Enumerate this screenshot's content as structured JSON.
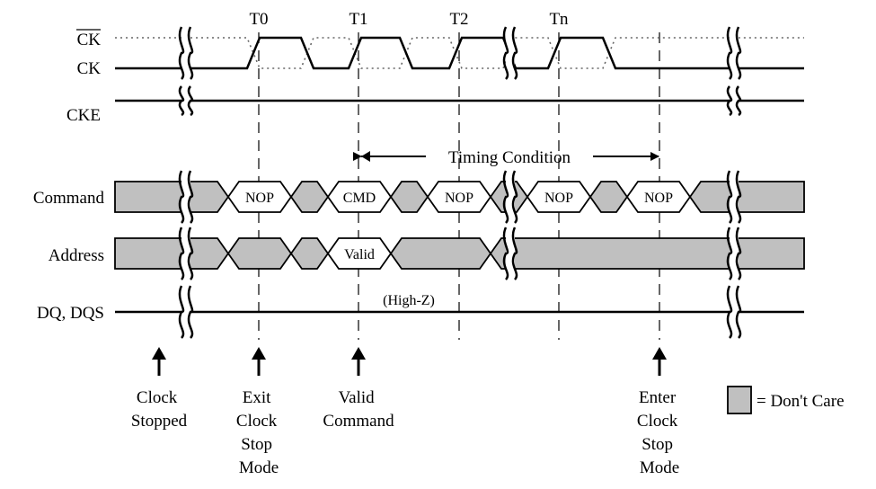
{
  "signals": {
    "ck_bar": "CK",
    "ck": "CK",
    "cke": "CKE",
    "command": "Command",
    "address": "Address",
    "dq": "DQ, DQS"
  },
  "clock_labels": [
    "T0",
    "T1",
    "T2",
    "Tn"
  ],
  "timing_condition": "Timing Condition",
  "command_values": [
    "NOP",
    "CMD",
    "NOP",
    "NOP",
    "NOP"
  ],
  "address_value": "Valid",
  "dq_state": "(High-Z)",
  "events": [
    {
      "lines": [
        "Clock",
        "Stopped"
      ]
    },
    {
      "lines": [
        "Exit",
        "Clock",
        "Stop",
        "Mode"
      ]
    },
    {
      "lines": [
        "Valid",
        "Command"
      ]
    },
    {
      "lines": [
        "Enter",
        "Clock",
        "Stop",
        "Mode"
      ]
    }
  ],
  "legend": {
    "text": "= Don't Care",
    "color": "#c0c0c0"
  },
  "colors": {
    "dont_care_fill": "#c0c0c0",
    "line": "#000000"
  }
}
